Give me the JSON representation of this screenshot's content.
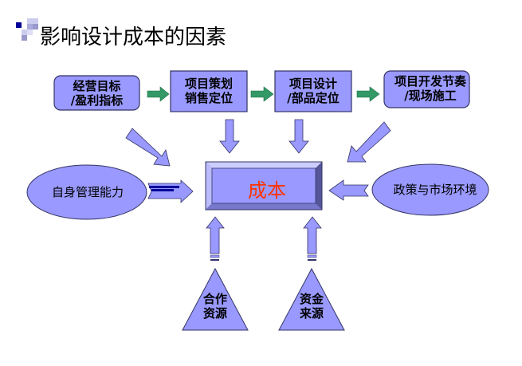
{
  "title": "影响设计成本的因素",
  "colors": {
    "shape_fill": "#9999ff",
    "shape_stroke": "#333366",
    "flow_arrow": "#339966",
    "center_text": "#ff3300",
    "logo_dark": "#000099"
  },
  "top_flow": [
    {
      "line1": "经营目标",
      "line2": "/盈利指标"
    },
    {
      "line1": "项目策划",
      "line2": "销售定位"
    },
    {
      "line1": "项目设计",
      "line2": "/部品定位"
    },
    {
      "line1": "项目开发节奏",
      "line2": "/现场施工"
    }
  ],
  "center": {
    "label": "成本"
  },
  "left_factor": {
    "label": "自身管理能力"
  },
  "right_factor": {
    "label": "政策与市场环境"
  },
  "bottom_factors": [
    {
      "line1": "合作",
      "line2": "资源"
    },
    {
      "line1": "资金",
      "line2": "来源"
    }
  ]
}
